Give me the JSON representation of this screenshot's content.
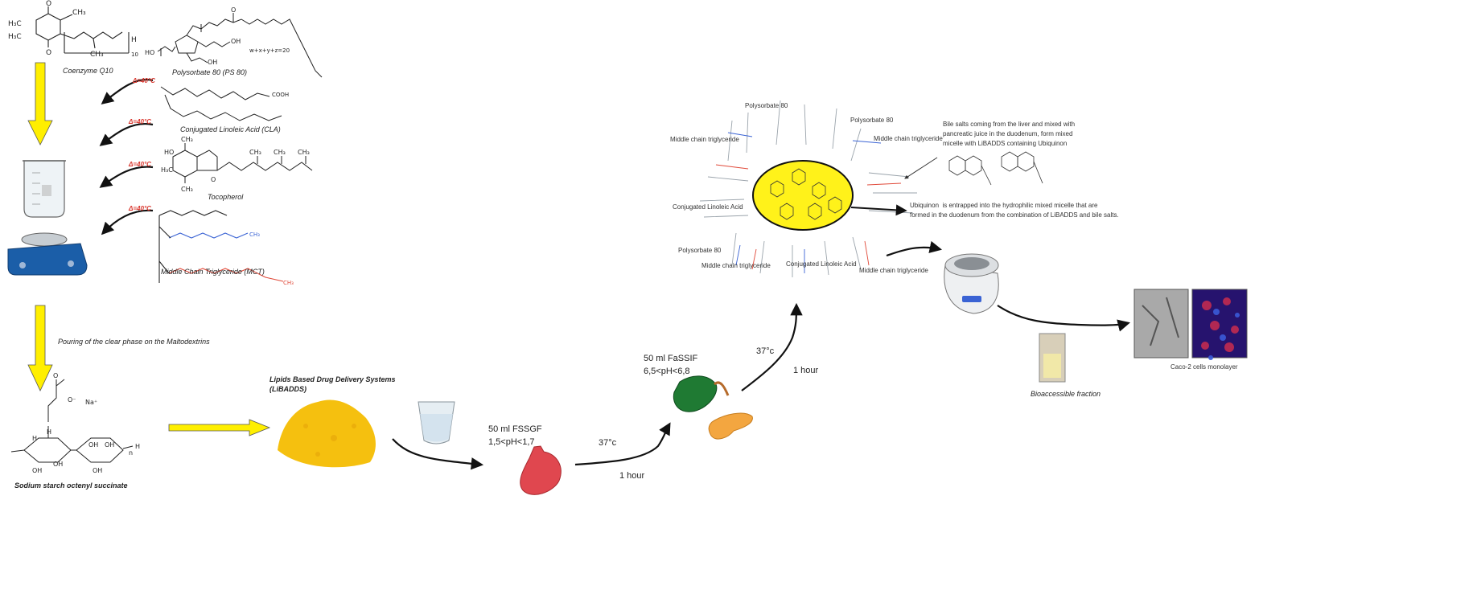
{
  "ingredients": {
    "coq10": "Coenzyme Q10",
    "ps80": "Polysorbate 80 (PS 80)",
    "ps80_formula": "w+x+y+z=20",
    "cla": "Conjugated Linoleic Acid (CLA)",
    "tocopherol": "Tocopherol",
    "mct": "Middle Chain Triglyceride (MCT)",
    "sodium_starch": "Sodium starch octenyl succinate"
  },
  "temperature_label": "Δ=40°C",
  "pouring_note": "Pouring of the clear phase on the Maltodextrins",
  "libadds_title": "Lipids Based Drug Delivery Systems\n(LiBADDS)",
  "digestion": {
    "gastric": "50 ml FSSGF\n1,5<pH<1,7",
    "gastric_temp": "37°c",
    "gastric_time": "1 hour",
    "intestinal": "50 ml FaSSIF\n6,5<pH<6,8",
    "intestinal_temp": "37°c",
    "intestinal_time": "1 hour"
  },
  "micelle": {
    "labels": {
      "ps80_top_left": "Polysorbate 80",
      "ps80_top_right": "Polysorbate 80",
      "mct_top_left": "Middle chain triglyceride",
      "mct_top_right": "Middle chain triglyceride",
      "cla_left": "Conjugated Linoleic Acid",
      "ps80_bottom_left": "Polysorbate 80",
      "mct_bottom_left": "Middle chain triglyceride",
      "cla_bottom": "Conjugated Linoleic Acid",
      "mct_bottom_right": "Middle chain triglyceride"
    },
    "bile_note": "Bile salts coming from the liver and mixed with\npancreatic juice in the duodenum, form mixed\nmicelle with LiBADDS containing Ubiquinon",
    "ubiquinon_note": "Ubiquinon  is entrapped into the hydrophilic mixed micelle that are\nformed in the duodenum from the combination of LiBADDS and bile salts.",
    "core_color": "#fff21a"
  },
  "bioaccessible": "Bioaccessible fraction",
  "caco2": "Caco-2 cells monolayer",
  "colors": {
    "arrow_yellow": "#ffef00",
    "temp_red": "#d9342b",
    "powder": "#f5c00f",
    "mct_blue": "#3a63d4",
    "mct_red": "#e04a3a"
  }
}
